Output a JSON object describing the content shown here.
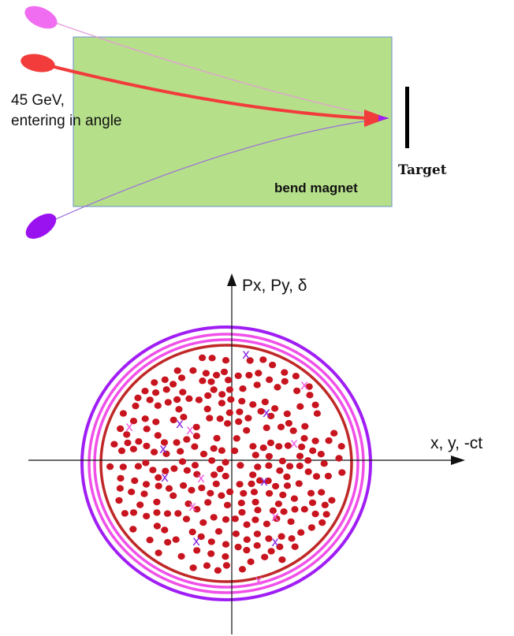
{
  "top_diagram": {
    "beam_label_line1": "45 GeV,",
    "beam_label_line2": "entering in angle",
    "magnet_label": "bend magnet",
    "target_label": "Target",
    "colors": {
      "magnet_fill": "#b6df8a",
      "magnet_border": "#7a9fc8",
      "beam_pink": "#f06cf0",
      "beam_red": "#f23b3b",
      "beam_purple": "#9b12f0",
      "target": "#000000"
    }
  },
  "phase_space": {
    "y_axis_label": "Px, Py, δ",
    "x_axis_label": "x, y, -ct",
    "marker_symbol": "x",
    "colors": {
      "ring_outer": "#a01ef5",
      "ring_middle": "#f050e8",
      "ring_inner": "#c02828",
      "dots": "#c8141e",
      "marker_purple": "#8a2be2",
      "marker_pink": "#f060e0"
    }
  }
}
